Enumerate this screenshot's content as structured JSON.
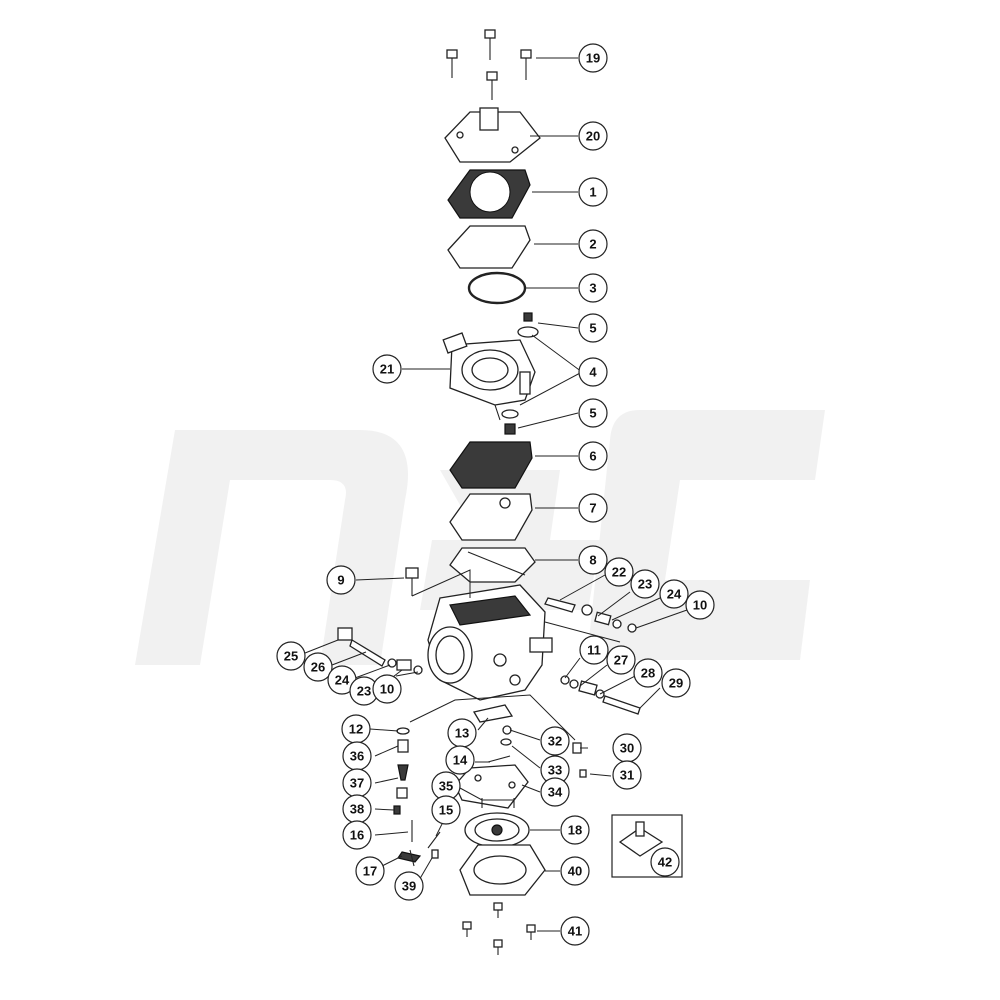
{
  "diagram": {
    "watermark_colour": "#f1f1f1",
    "callouts": [
      {
        "id": "c19a",
        "label": "19"
      },
      {
        "id": "c20",
        "label": "20"
      },
      {
        "id": "c1",
        "label": "1"
      },
      {
        "id": "c2",
        "label": "2"
      },
      {
        "id": "c3",
        "label": "3"
      },
      {
        "id": "c5a",
        "label": "5"
      },
      {
        "id": "c4",
        "label": "4"
      },
      {
        "id": "c21",
        "label": "21"
      },
      {
        "id": "c5b",
        "label": "5"
      },
      {
        "id": "c6",
        "label": "6"
      },
      {
        "id": "c7",
        "label": "7"
      },
      {
        "id": "c8",
        "label": "8"
      },
      {
        "id": "c9",
        "label": "9"
      },
      {
        "id": "c22",
        "label": "22"
      },
      {
        "id": "c23a",
        "label": "23"
      },
      {
        "id": "c24a",
        "label": "24"
      },
      {
        "id": "c10a",
        "label": "10"
      },
      {
        "id": "c25",
        "label": "25"
      },
      {
        "id": "c26",
        "label": "26"
      },
      {
        "id": "c24b",
        "label": "24"
      },
      {
        "id": "c23b",
        "label": "23"
      },
      {
        "id": "c10b",
        "label": "10"
      },
      {
        "id": "c11",
        "label": "11"
      },
      {
        "id": "c27",
        "label": "27"
      },
      {
        "id": "c28",
        "label": "28"
      },
      {
        "id": "c29",
        "label": "29"
      },
      {
        "id": "c12",
        "label": "12"
      },
      {
        "id": "c13",
        "label": "13"
      },
      {
        "id": "c32",
        "label": "32"
      },
      {
        "id": "c30",
        "label": "30"
      },
      {
        "id": "c36",
        "label": "36"
      },
      {
        "id": "c14",
        "label": "14"
      },
      {
        "id": "c33",
        "label": "33"
      },
      {
        "id": "c31",
        "label": "31"
      },
      {
        "id": "c37",
        "label": "37"
      },
      {
        "id": "c35",
        "label": "35"
      },
      {
        "id": "c34",
        "label": "34"
      },
      {
        "id": "c38",
        "label": "38"
      },
      {
        "id": "c15",
        "label": "15"
      },
      {
        "id": "c16",
        "label": "16"
      },
      {
        "id": "c18",
        "label": "18"
      },
      {
        "id": "c42",
        "label": "42"
      },
      {
        "id": "c17",
        "label": "17"
      },
      {
        "id": "c39",
        "label": "39"
      },
      {
        "id": "c40",
        "label": "40"
      },
      {
        "id": "c41",
        "label": "41"
      }
    ]
  }
}
